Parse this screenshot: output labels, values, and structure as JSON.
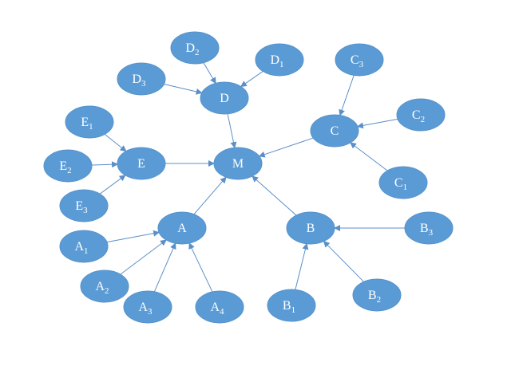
{
  "nodes": [
    {
      "id": "M",
      "label": "M",
      "sub": ""
    },
    {
      "id": "D",
      "label": "D",
      "sub": ""
    },
    {
      "id": "D1",
      "label": "D",
      "sub": "1"
    },
    {
      "id": "D2",
      "label": "D",
      "sub": "2"
    },
    {
      "id": "D3",
      "label": "D",
      "sub": "3"
    },
    {
      "id": "C",
      "label": "C",
      "sub": ""
    },
    {
      "id": "C1",
      "label": "C",
      "sub": "1"
    },
    {
      "id": "C2",
      "label": "C",
      "sub": "2"
    },
    {
      "id": "C3",
      "label": "C",
      "sub": "3"
    },
    {
      "id": "E",
      "label": "E",
      "sub": ""
    },
    {
      "id": "E1",
      "label": "E",
      "sub": "1"
    },
    {
      "id": "E2",
      "label": "E",
      "sub": "2"
    },
    {
      "id": "E3",
      "label": "E",
      "sub": "3"
    },
    {
      "id": "A",
      "label": "A",
      "sub": ""
    },
    {
      "id": "A1",
      "label": "A",
      "sub": "1"
    },
    {
      "id": "A2",
      "label": "A",
      "sub": "2"
    },
    {
      "id": "A3",
      "label": "A",
      "sub": "3"
    },
    {
      "id": "A4",
      "label": "A",
      "sub": "4"
    },
    {
      "id": "B",
      "label": "B",
      "sub": ""
    },
    {
      "id": "B1",
      "label": "B",
      "sub": "1"
    },
    {
      "id": "B2",
      "label": "B",
      "sub": "2"
    },
    {
      "id": "B3",
      "label": "B",
      "sub": "3"
    }
  ],
  "edges": [
    [
      "D2",
      "D"
    ],
    [
      "D1",
      "D"
    ],
    [
      "D3",
      "D"
    ],
    [
      "D",
      "M"
    ],
    [
      "C3",
      "C"
    ],
    [
      "C2",
      "C"
    ],
    [
      "C1",
      "C"
    ],
    [
      "C",
      "M"
    ],
    [
      "E1",
      "E"
    ],
    [
      "E2",
      "E"
    ],
    [
      "E3",
      "E"
    ],
    [
      "E",
      "M"
    ],
    [
      "A",
      "M"
    ],
    [
      "B",
      "M"
    ],
    [
      "B3",
      "B"
    ],
    [
      "B2",
      "B"
    ],
    [
      "B1",
      "B"
    ],
    [
      "A1",
      "A"
    ],
    [
      "A2",
      "A"
    ],
    [
      "A3",
      "A"
    ],
    [
      "A4",
      "A"
    ]
  ],
  "colors": {
    "node_fill": "#5b9bd5",
    "edge": "#5b8fc8",
    "text": "#ffffff"
  }
}
